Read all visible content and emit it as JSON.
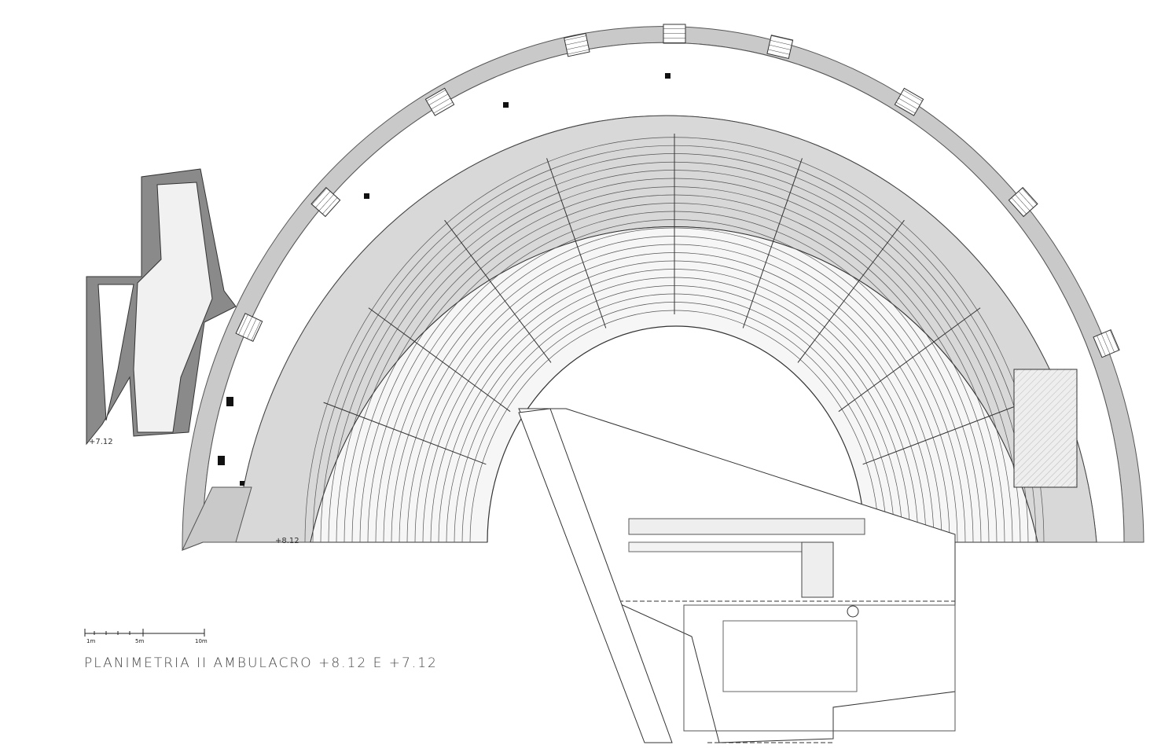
{
  "drawing": {
    "title": "PLANIMETRIA II AMBULACRO +8.12 E +7.12",
    "elevations": {
      "main_level": "+8.12",
      "annex_level": "+7.12"
    },
    "scale_bar": {
      "labels": [
        "1m",
        "5m",
        "10m"
      ]
    },
    "colors": {
      "outer_wall": "#c9c9c9",
      "ambulatory": "#d8d8d8",
      "annex_wall": "#8a8a8a",
      "lines": "#333333"
    }
  }
}
